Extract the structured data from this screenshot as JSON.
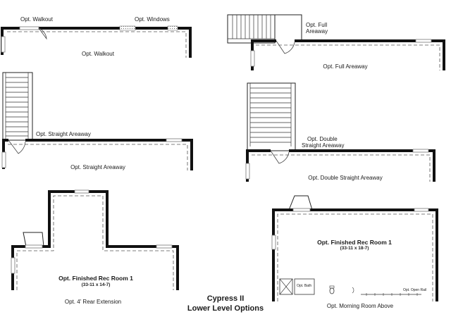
{
  "title": "Cypress II",
  "subtitle": "Lower Level Options",
  "panels": {
    "walkout": {
      "room": "Opt. Walkout",
      "door_note": "Opt. Walkout",
      "window_note": "Opt. Windows"
    },
    "full_areaway": {
      "room": "Opt. Full Areaway",
      "note_line1": "Opt. Full",
      "note_line2": "Areaway"
    },
    "straight_areaway": {
      "room": "Opt. Straight Areaway",
      "note": "Opt. Straight Areaway"
    },
    "double_straight_areaway": {
      "room": "Opt. Double Straight Areaway",
      "note_line1": "Opt. Double",
      "note_line2": "Straight Areaway"
    },
    "rear_extension": {
      "room": "Opt. 4' Rear Extension",
      "rec_title": "Opt. Finished Rec Room 1",
      "rec_dims": "(33-11 x 14-7)"
    },
    "morning_room": {
      "room": "Opt. Morning Room Above",
      "rec_title": "Opt. Finished Rec Room 1",
      "rec_dims": "(33-11 x 18-7)",
      "bath": "Opt. Bath",
      "open_rail": "Opt. Open Rail"
    }
  },
  "colors": {
    "wall": "#111111",
    "dash": "#555555",
    "window": "#888888"
  }
}
